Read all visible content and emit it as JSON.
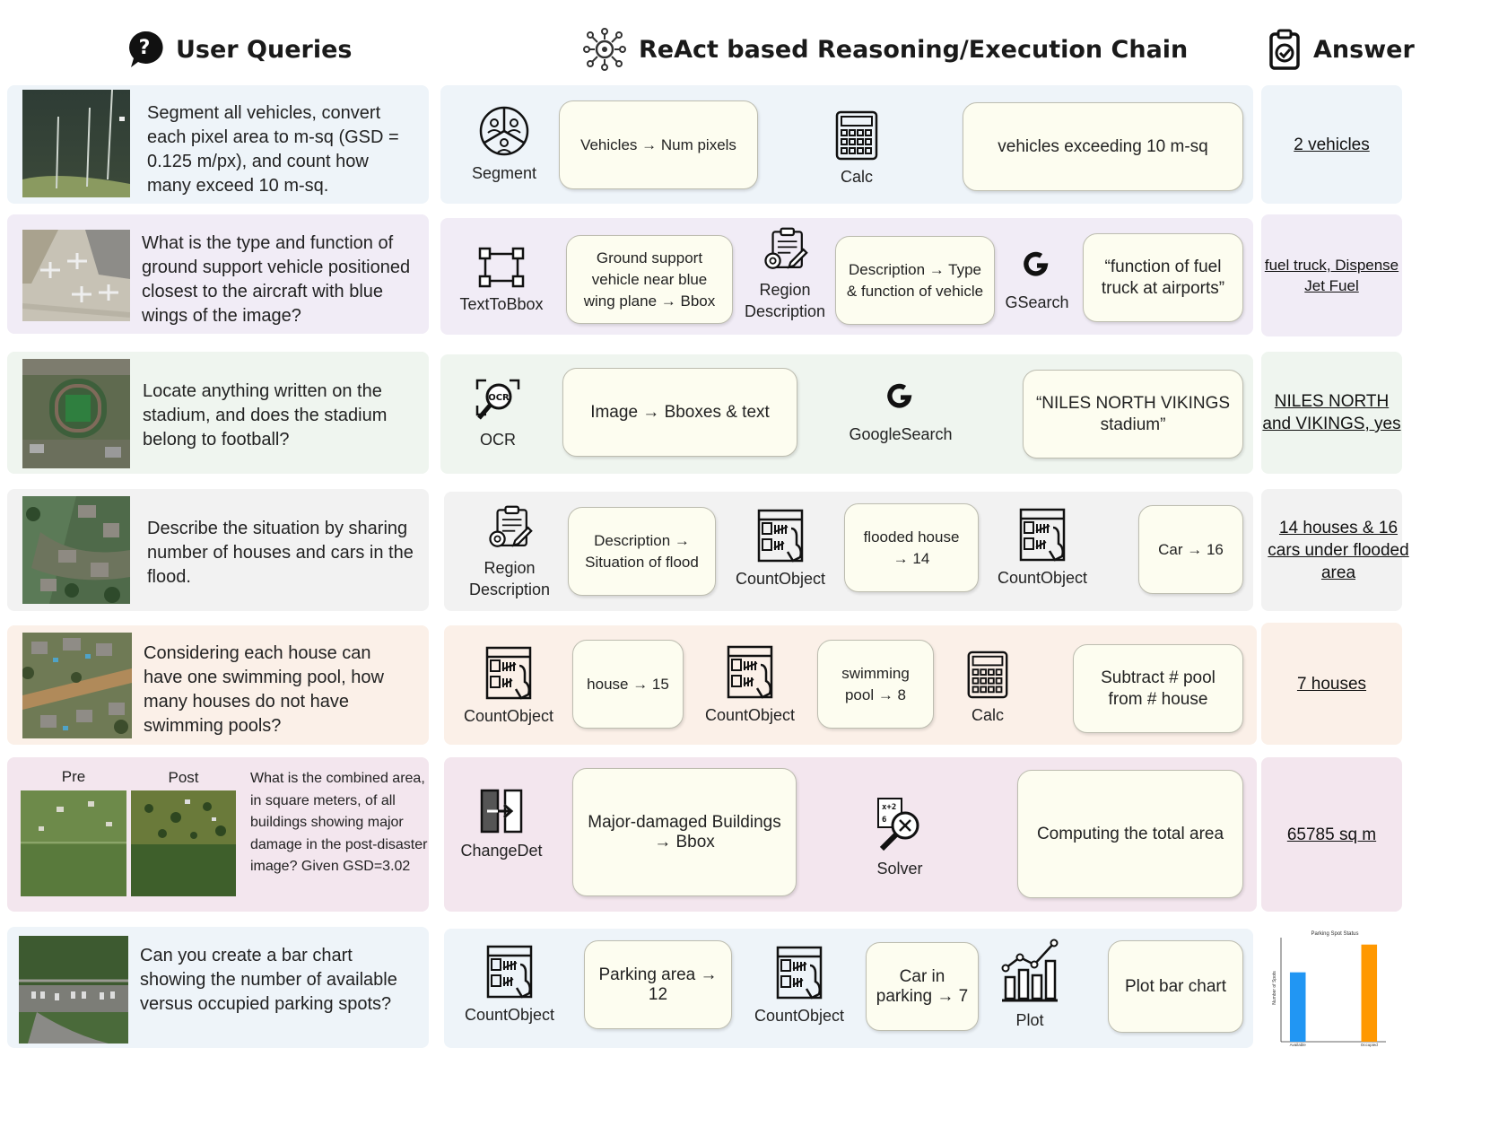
{
  "headers": {
    "queries": "User Queries",
    "chain": "ReAct based Reasoning/Execution Chain",
    "answer": "Answer"
  },
  "colors": {
    "row_blue": "#eef4f9",
    "row_purple": "#f1ecf6",
    "row_green": "#eff5ef",
    "row_gray": "#f2f2f2",
    "row_peach": "#fbf0e8",
    "row_pink": "#f3e6ee",
    "box_fill": "#fdfdf0",
    "bar_available": "#2196f3",
    "bar_occupied": "#ff9800"
  },
  "rows": [
    {
      "query": "Segment all vehicles, convert each pixel area to m-sq (GSD = 0.125 m/px), and count how many exceed 10 m-sq.",
      "steps": [
        {
          "tool": "Segment",
          "icon": "segment-icon"
        },
        {
          "box": "Vehicles → Num pixels"
        },
        {
          "tool": "Calc",
          "icon": "calculator-icon"
        },
        {
          "box": "vehicles exceeding 10 m-sq"
        }
      ],
      "answer": "2 vehicles"
    },
    {
      "query": "What is the type and function of ground support vehicle positioned closest to the aircraft with blue wings of the image?",
      "steps": [
        {
          "tool": "TextToBbox",
          "icon": "bounding-box-icon"
        },
        {
          "box": "Ground support vehicle near blue wing plane → Bbox"
        },
        {
          "tool": "Region Description",
          "icon": "region-description-icon"
        },
        {
          "box": "Description → Type & function of vehicle"
        },
        {
          "tool": "GSearch",
          "icon": "google-icon"
        },
        {
          "box": "“function of fuel truck at airports”"
        }
      ],
      "answer": "fuel truck, Dispense Jet Fuel"
    },
    {
      "query": "Locate anything written on the stadium, and does the stadium belong to football?",
      "steps": [
        {
          "tool": "OCR",
          "icon": "ocr-icon"
        },
        {
          "box": "Image → Bboxes & text"
        },
        {
          "tool": "GoogleSearch",
          "icon": "google-icon"
        },
        {
          "box": "“NILES NORTH VIKINGS stadium”"
        }
      ],
      "answer": "NILES NORTH and VIKINGS, yes"
    },
    {
      "query": "Describe the situation by sharing number of houses and cars in the flood.",
      "steps": [
        {
          "tool": "Region Description",
          "icon": "region-description-icon"
        },
        {
          "box": "Description → Situation of flood"
        },
        {
          "tool": "CountObject",
          "icon": "count-object-icon"
        },
        {
          "box": "flooded house → 14"
        },
        {
          "tool": "CountObject",
          "icon": "count-object-icon"
        },
        {
          "box": "Car → 16"
        }
      ],
      "answer": "14 houses & 16 cars under flooded area"
    },
    {
      "query": "Considering each house can have one swimming pool, how many houses do not have swimming pools?",
      "steps": [
        {
          "tool": "CountObject",
          "icon": "count-object-icon"
        },
        {
          "box": "house → 15"
        },
        {
          "tool": "CountObject",
          "icon": "count-object-icon"
        },
        {
          "box": "swimming pool → 8"
        },
        {
          "tool": "Calc",
          "icon": "calculator-icon"
        },
        {
          "box": "Subtract # pool from # house"
        }
      ],
      "answer": "7 houses"
    },
    {
      "query": "What is the combined area, in square meters, of all buildings showing major damage in the post-disaster image? Given GSD=3.02",
      "pre_label": "Pre",
      "post_label": "Post",
      "steps": [
        {
          "tool": "ChangeDet",
          "icon": "change-detection-icon"
        },
        {
          "box": "Major-damaged Buildings → Bbox"
        },
        {
          "tool": "Solver",
          "icon": "solver-icon"
        },
        {
          "box": "Computing the total area"
        }
      ],
      "answer": "65785 sq m"
    },
    {
      "query": "Can you create a bar chart showing the number of available versus occupied parking spots?",
      "steps": [
        {
          "tool": "CountObject",
          "icon": "count-object-icon"
        },
        {
          "box": "Parking area → 12"
        },
        {
          "tool": "CountObject",
          "icon": "count-object-icon"
        },
        {
          "box": "Car in parking → 7"
        },
        {
          "tool": "Plot",
          "icon": "plot-icon"
        },
        {
          "box": "Plot bar chart"
        }
      ],
      "answer": ""
    }
  ],
  "chart_data": {
    "type": "bar",
    "title": "Parking Spot Status",
    "ylabel": "Number of Spots",
    "categories": [
      "Available",
      "Occupied"
    ],
    "values": [
      5,
      7
    ],
    "ylim": [
      0,
      7.5
    ]
  }
}
